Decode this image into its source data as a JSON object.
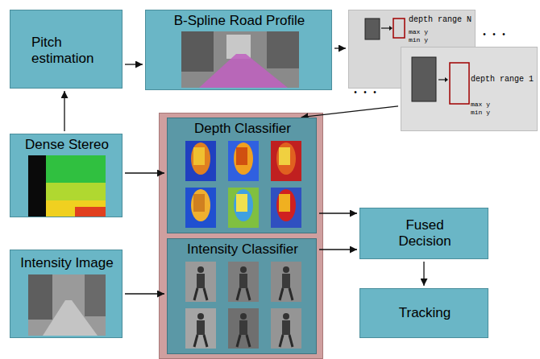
{
  "diagram": {
    "nodes": [
      {
        "text": [
          "Pitch estimation"
        ]
      },
      {
        "text": [
          "B-Spline Road Profile"
        ]
      },
      {
        "text": [
          "depth range N",
          "max y",
          "min y"
        ]
      },
      {
        "text": [
          "depth range 1",
          "max y",
          "min y"
        ]
      },
      {
        "text": [
          "Dense Stereo"
        ]
      },
      {
        "text": [
          "Depth Classifier"
        ]
      },
      {
        "text": [
          "Intensity Classifier"
        ]
      },
      {
        "text": [
          "Intensity Image"
        ]
      },
      {
        "text": [
          "Fused Decision"
        ]
      },
      {
        "text": [
          "Tracking"
        ]
      }
    ],
    "edges": [
      {
        "from": 0,
        "to": 1,
        "arrow": "to"
      },
      {
        "from": 4,
        "to": 0,
        "arrow": "to"
      },
      {
        "from": 1,
        "to": 2,
        "arrow": "to"
      },
      {
        "from": 3,
        "to": 5,
        "arrow": "to"
      },
      {
        "from": 4,
        "to": 5,
        "arrow": "to"
      },
      {
        "from": 7,
        "to": 6,
        "arrow": "to"
      },
      {
        "from": 5,
        "to": 8,
        "arrow": "to"
      },
      {
        "from": 6,
        "to": 8,
        "arrow": "to"
      },
      {
        "from": 8,
        "to": 9,
        "arrow": "to"
      }
    ],
    "labels": [
      "• • •",
      "• • •"
    ]
  }
}
